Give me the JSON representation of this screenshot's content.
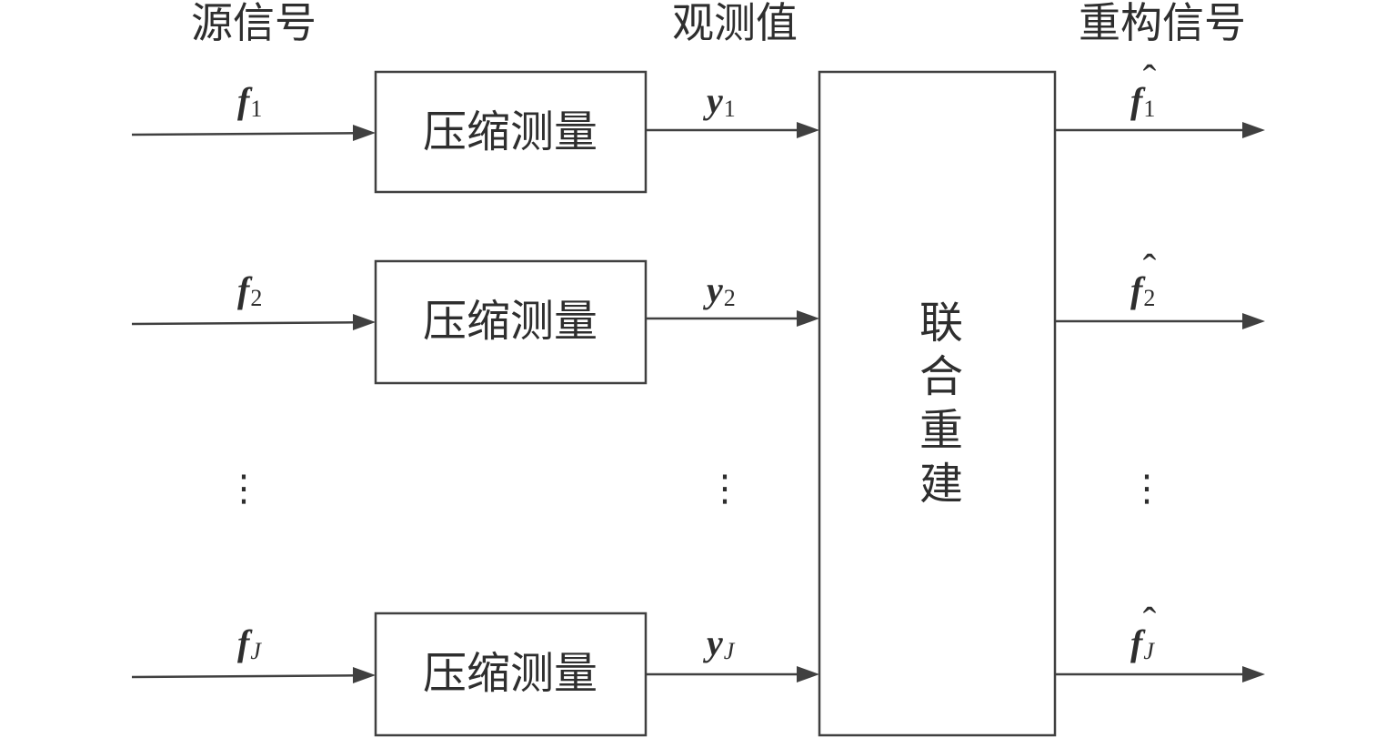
{
  "headers": {
    "source_signal": "源信号",
    "observation": "观测值",
    "reconstructed_signal": "重构信号"
  },
  "rows": [
    {
      "input": {
        "symbol": "f",
        "sub": "1"
      },
      "block": "压缩测量",
      "measurement": {
        "symbol": "y",
        "sub": "1"
      },
      "output": {
        "symbol": "f",
        "accent": "ˆ",
        "sub": "1"
      }
    },
    {
      "input": {
        "symbol": "f",
        "sub": "2"
      },
      "block": "压缩测量",
      "measurement": {
        "symbol": "y",
        "sub": "2"
      },
      "output": {
        "symbol": "f",
        "accent": "ˆ",
        "sub": "2"
      }
    },
    {
      "input": {
        "symbol": "f",
        "sub": "J"
      },
      "block": "压缩测量",
      "measurement": {
        "symbol": "y",
        "sub": "J"
      },
      "output": {
        "symbol": "f",
        "accent": "ˆ",
        "sub": "J"
      }
    }
  ],
  "joint_block": "联合重建",
  "ellipsis": "⋮",
  "colors": {
    "line": "#404040",
    "text": "#2e2e2e",
    "background": "#ffffff"
  }
}
